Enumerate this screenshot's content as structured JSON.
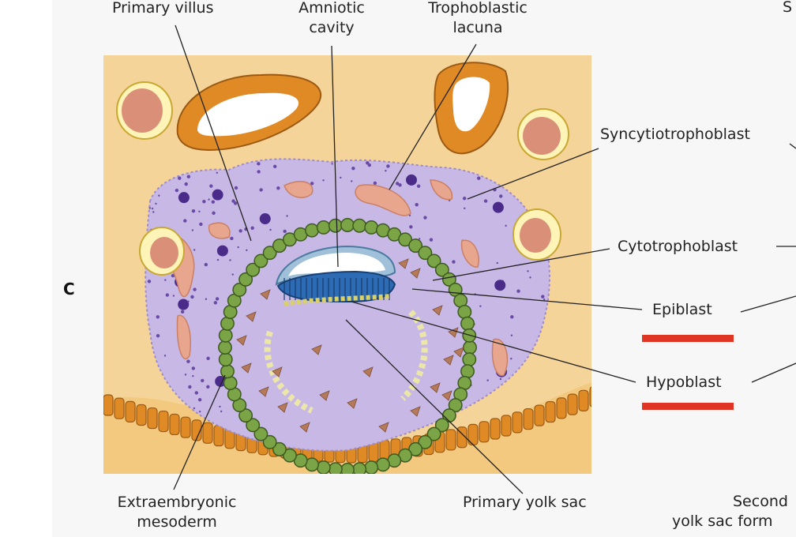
{
  "panel_letter": "C",
  "labels": {
    "primary_villus": "Primary villus",
    "amniotic_cavity_1": "Amniotic",
    "amniotic_cavity_2": "cavity",
    "trophoblastic_lacuna_1": "Trophoblastic",
    "trophoblastic_lacuna_2": "lacuna",
    "syncytiotrophoblast": "Syncytiotrophoblast",
    "cytotrophoblast": "Cytotrophoblast",
    "epiblast": "Epiblast",
    "hypoblast": "Hypoblast",
    "extraembryonic_mesoderm_1": "Extraembryonic",
    "extraembryonic_mesoderm_2": "mesoderm",
    "primary_yolk_sac": "Primary yolk sac"
  },
  "right_panel_fragments": {
    "top": "S",
    "bottom_1": "Second",
    "bottom_2": "yolk sac form"
  },
  "colors": {
    "endometrium": "#f5d49a",
    "trophoblast": "#c7b8e6",
    "gland": "#e08a26",
    "vessel": "#e7a68d",
    "cytotrophoblast": "#6f9a3e",
    "epiblast": "#2d6bb5",
    "amnion": "#9fc0d8",
    "mesoderm_cell": "#b57a5a",
    "highlight": "#e03425"
  }
}
